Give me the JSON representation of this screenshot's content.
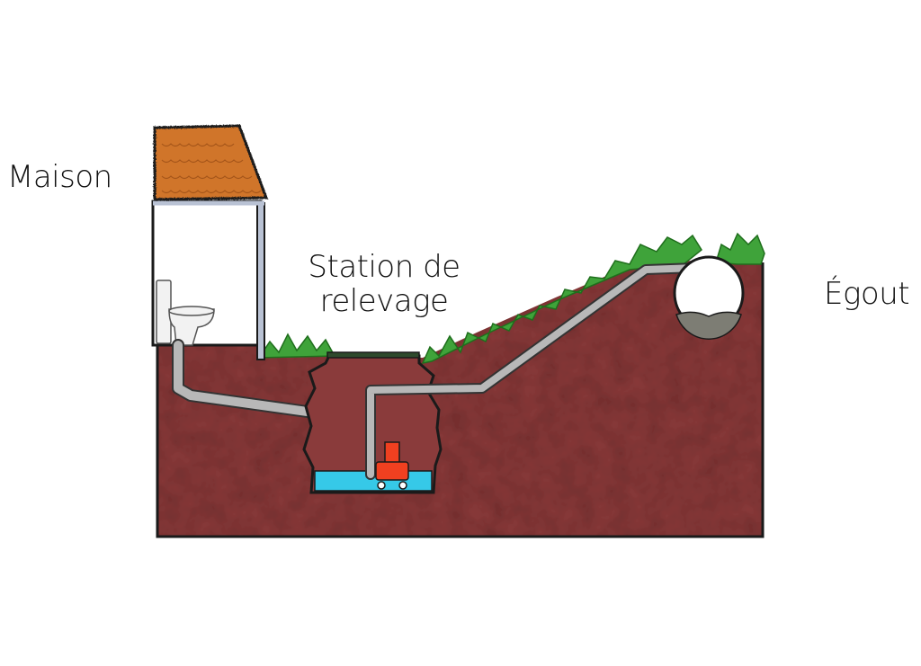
{
  "labels": {
    "house": "Maison",
    "station_line1": "Station de",
    "station_line2": "relevage",
    "sewer": "Égout"
  },
  "colors": {
    "soil": "#8a3b3b",
    "grass": "#3fa33a",
    "roof": "#d0742c",
    "pipe": "#b8b8b8",
    "water": "#36c9e8",
    "pump": "#f04020",
    "sewer_water": "#7d7d74"
  },
  "icons": {
    "toilet": "toilet-icon",
    "pump": "pump-icon"
  }
}
